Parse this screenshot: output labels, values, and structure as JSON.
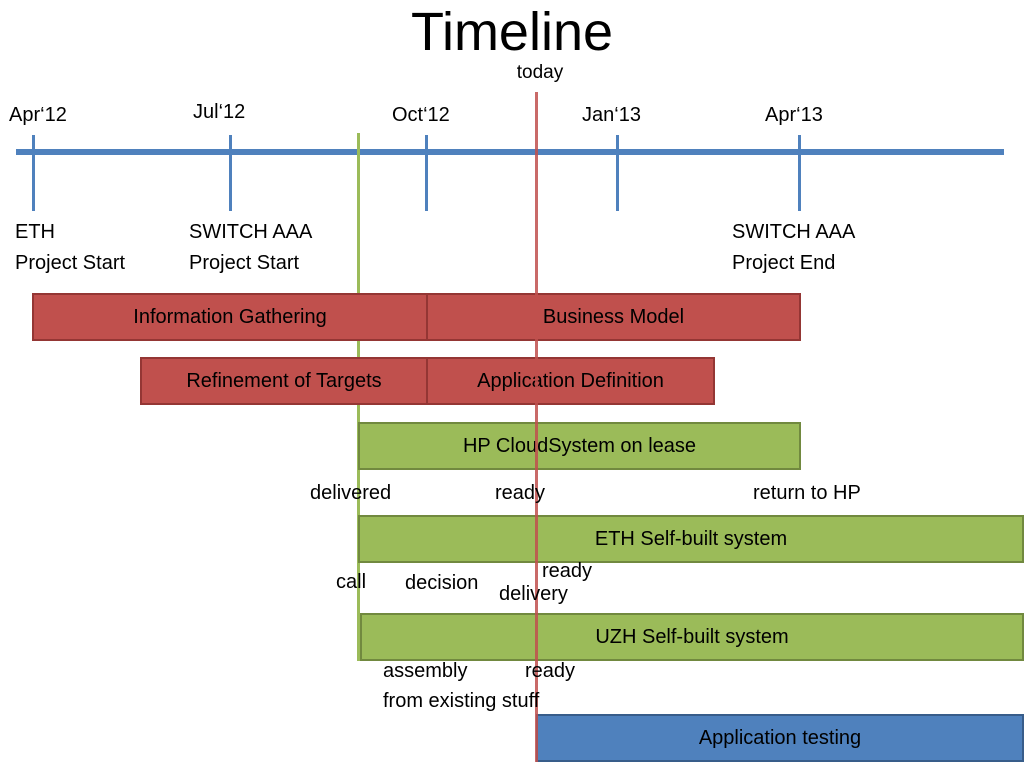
{
  "title": "Timeline",
  "today_label": "today",
  "axis_ticks": [
    "Apr‘12",
    "Jul‘12",
    "Oct‘12",
    "Jan‘13",
    "Apr‘13"
  ],
  "milestones": {
    "eth_start": "ETH\nProject Start",
    "switch_start": "SWITCH AAA\nProject Start",
    "switch_end": "SWITCH AAA\nProject End"
  },
  "bars": {
    "information_gathering": "Information Gathering",
    "business_model": "Business Model",
    "refinement_of_targets": "Refinement of Targets",
    "application_definition": "Application Definition",
    "hp_cloudsystem": "HP CloudSystem on lease",
    "eth_self_built": "ETH Self-built system",
    "uzh_self_built": "UZH Self-built system",
    "application_testing": "Application testing"
  },
  "notes": {
    "hp_delivered": "delivered",
    "hp_ready": "ready",
    "hp_return": "return to HP",
    "eth_call": "call",
    "eth_decision": "decision",
    "eth_ready": "ready",
    "eth_delivery": "delivery",
    "uzh_assembly": "assembly\nfrom existing stuff",
    "uzh_ready": "ready"
  },
  "colors": {
    "axis": "#4f81bd",
    "today_line": "#c0504d",
    "delivery_marker": "#9bbb59",
    "phase_bar": "#c0504d",
    "system_bar": "#9bbb59",
    "testing_bar": "#4f81bd"
  }
}
